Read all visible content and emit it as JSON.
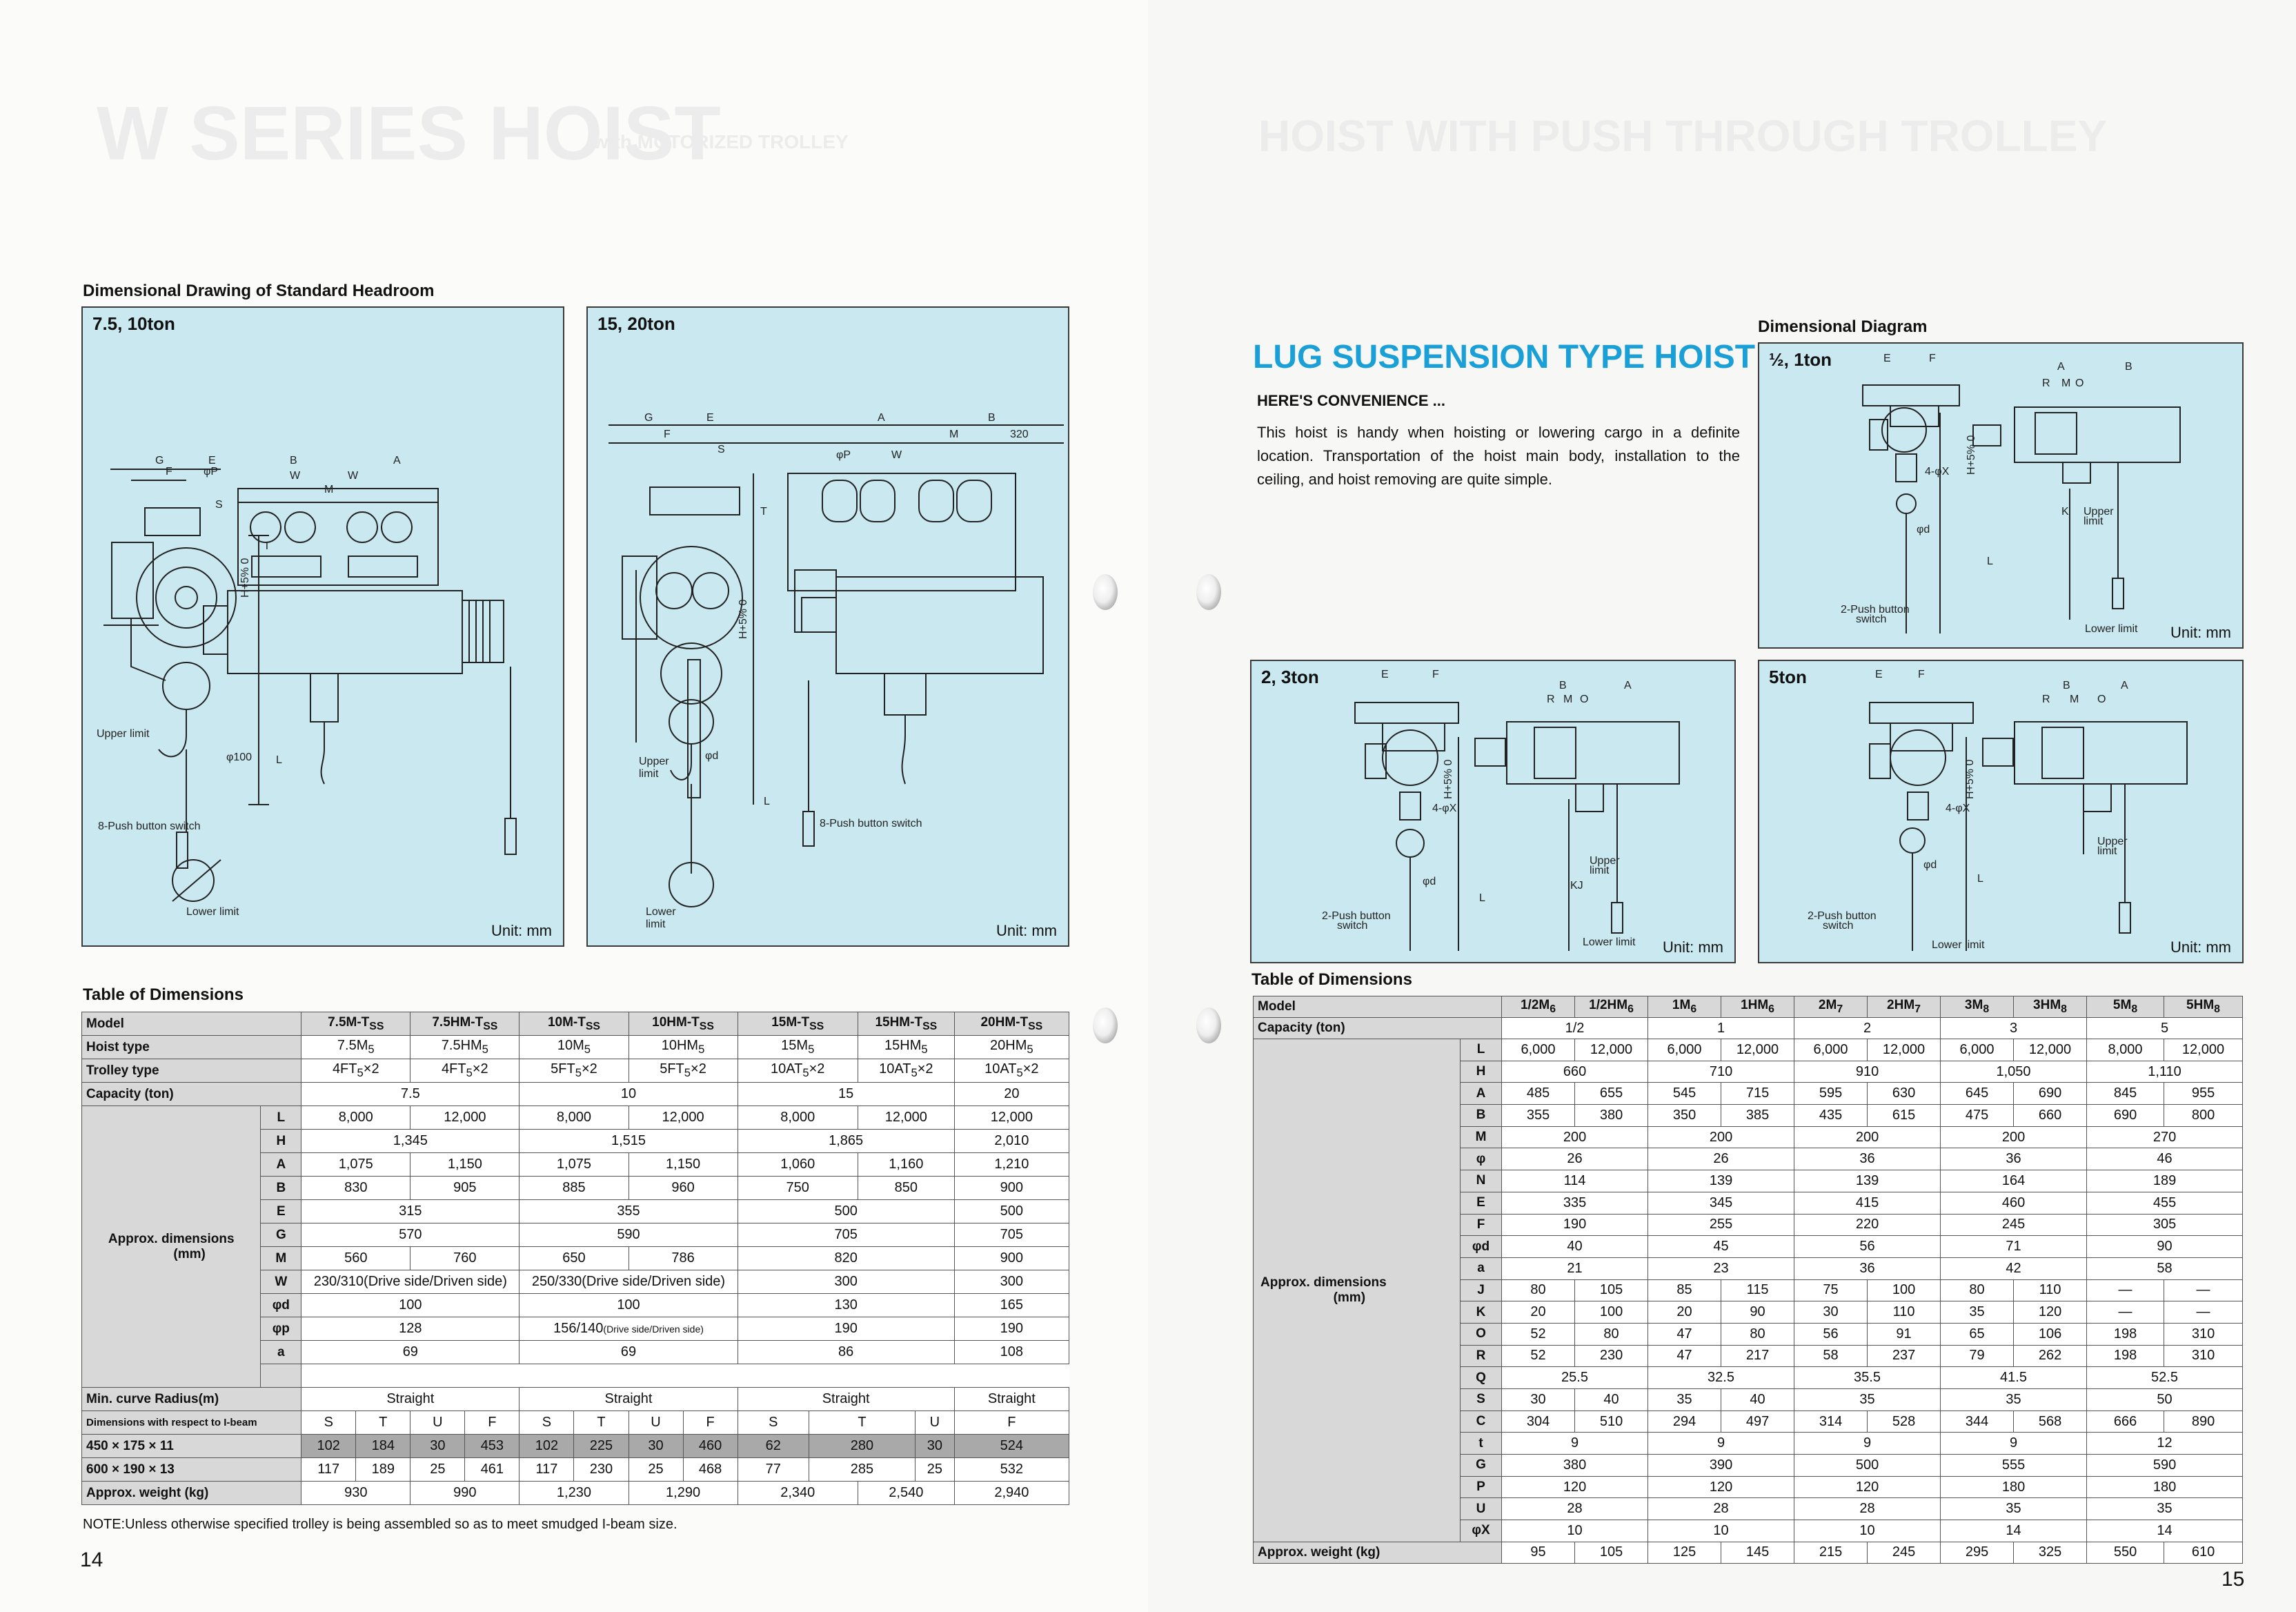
{
  "left": {
    "ghost_title": "W SERIES HOIST",
    "ghost_sub": "with MOTORIZED TROLLEY",
    "drawing_heading": "Dimensional Drawing of Standard Headroom",
    "panel1": {
      "title": "7.5, 10ton",
      "unit": "Unit: mm"
    },
    "panel2": {
      "title": "15, 20ton",
      "unit": "Unit: mm"
    },
    "table_heading": "Table of Dimensions",
    "note": "NOTE:Unless otherwise specified trolley is being assembled so as to meet smudged I-beam size.",
    "page_number": "14"
  },
  "right": {
    "title": "LUG SUSPENSION TYPE HOIST",
    "subheading": "HERE'S CONVENIENCE ...",
    "body": "This hoist is handy when hoisting or lowering cargo in a definite location. Transportation of the hoist main body, installation to the ceiling, and hoist removing are quite simple.",
    "diagram_heading": "Dimensional Diagram",
    "panelA": {
      "title": "½, 1ton",
      "unit": "Unit: mm"
    },
    "panelB": {
      "title": "2, 3ton",
      "unit": "Unit: mm"
    },
    "panelC": {
      "title": "5ton",
      "unit": "Unit: mm"
    },
    "table_heading": "Table of Dimensions",
    "page_number": "15"
  },
  "drawing_labels": {
    "upper_limit": "Upper limit",
    "lower_limit": "Lower limit",
    "push8": "8-Push button switch",
    "push2": "2-Push button switch",
    "phi100": "φ100"
  }
}
